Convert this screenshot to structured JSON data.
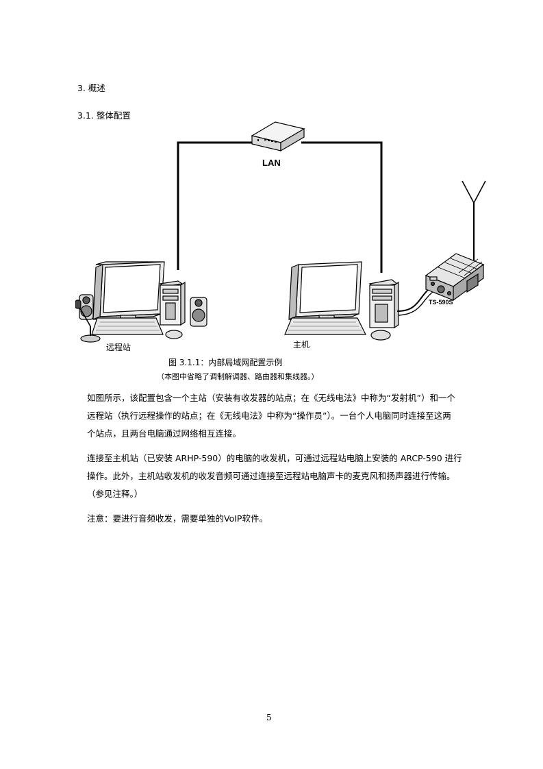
{
  "section": {
    "number_title": "3. 概述"
  },
  "subsection": {
    "number_title": "3.1. 整体配置"
  },
  "figure": {
    "lan_label": "LAN",
    "remote_label": "远程站",
    "host_label": "主机",
    "radio_model": "TS-590S",
    "caption": "图 3.1.1：内部局域网配置示例",
    "caption_note": "（本图中省略了调制解调器、路由器和集线器。）"
  },
  "body": {
    "p1_lines": [
      "如图所示，该配置包含一个主站（安装有收发器的站点；在《无线电法》中称为“发射机”）和一个",
      "远程站（执行远程操作的站点；在《无线电法》中称为“操作员”）。一台个人电脑同时连接至这两",
      "个站点，且两台电脑通过网络相互连接。"
    ],
    "p2_lines": [
      "连接至主机站（已安装 ARHP-590）的电脑的收发机，可通过远程站电脑上安装的 ARCP-590 进行",
      "操作。此外，主机站收发机的收发音频可通过连接至远程站电脑声卡的麦克风和扬声器进行传输。",
      "（参见注释。）"
    ],
    "note": "注意：要进行音频收发，需要单独的VoIP软件。"
  },
  "footer": {
    "page_number": "5"
  }
}
